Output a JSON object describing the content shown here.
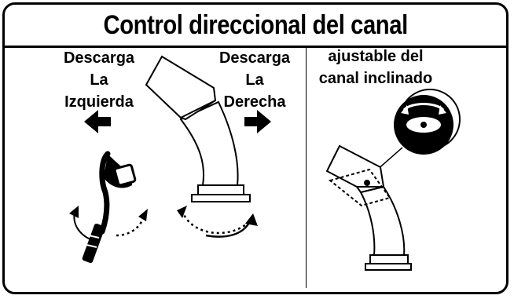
{
  "title": "Control direccional del canal",
  "left_label": [
    "Descarga",
    "La",
    "Izquierda"
  ],
  "right_label": [
    "Descarga",
    "La",
    "Derecha"
  ],
  "tilt_label": [
    "ajustable del",
    "canal inclinado"
  ],
  "colors": {
    "ink": "#000000",
    "background": "#ffffff"
  },
  "icons": [
    "left-arrow-icon",
    "right-arrow-icon",
    "remote-control-icon",
    "rotation-arrows-icon",
    "tilt-control-icon"
  ]
}
